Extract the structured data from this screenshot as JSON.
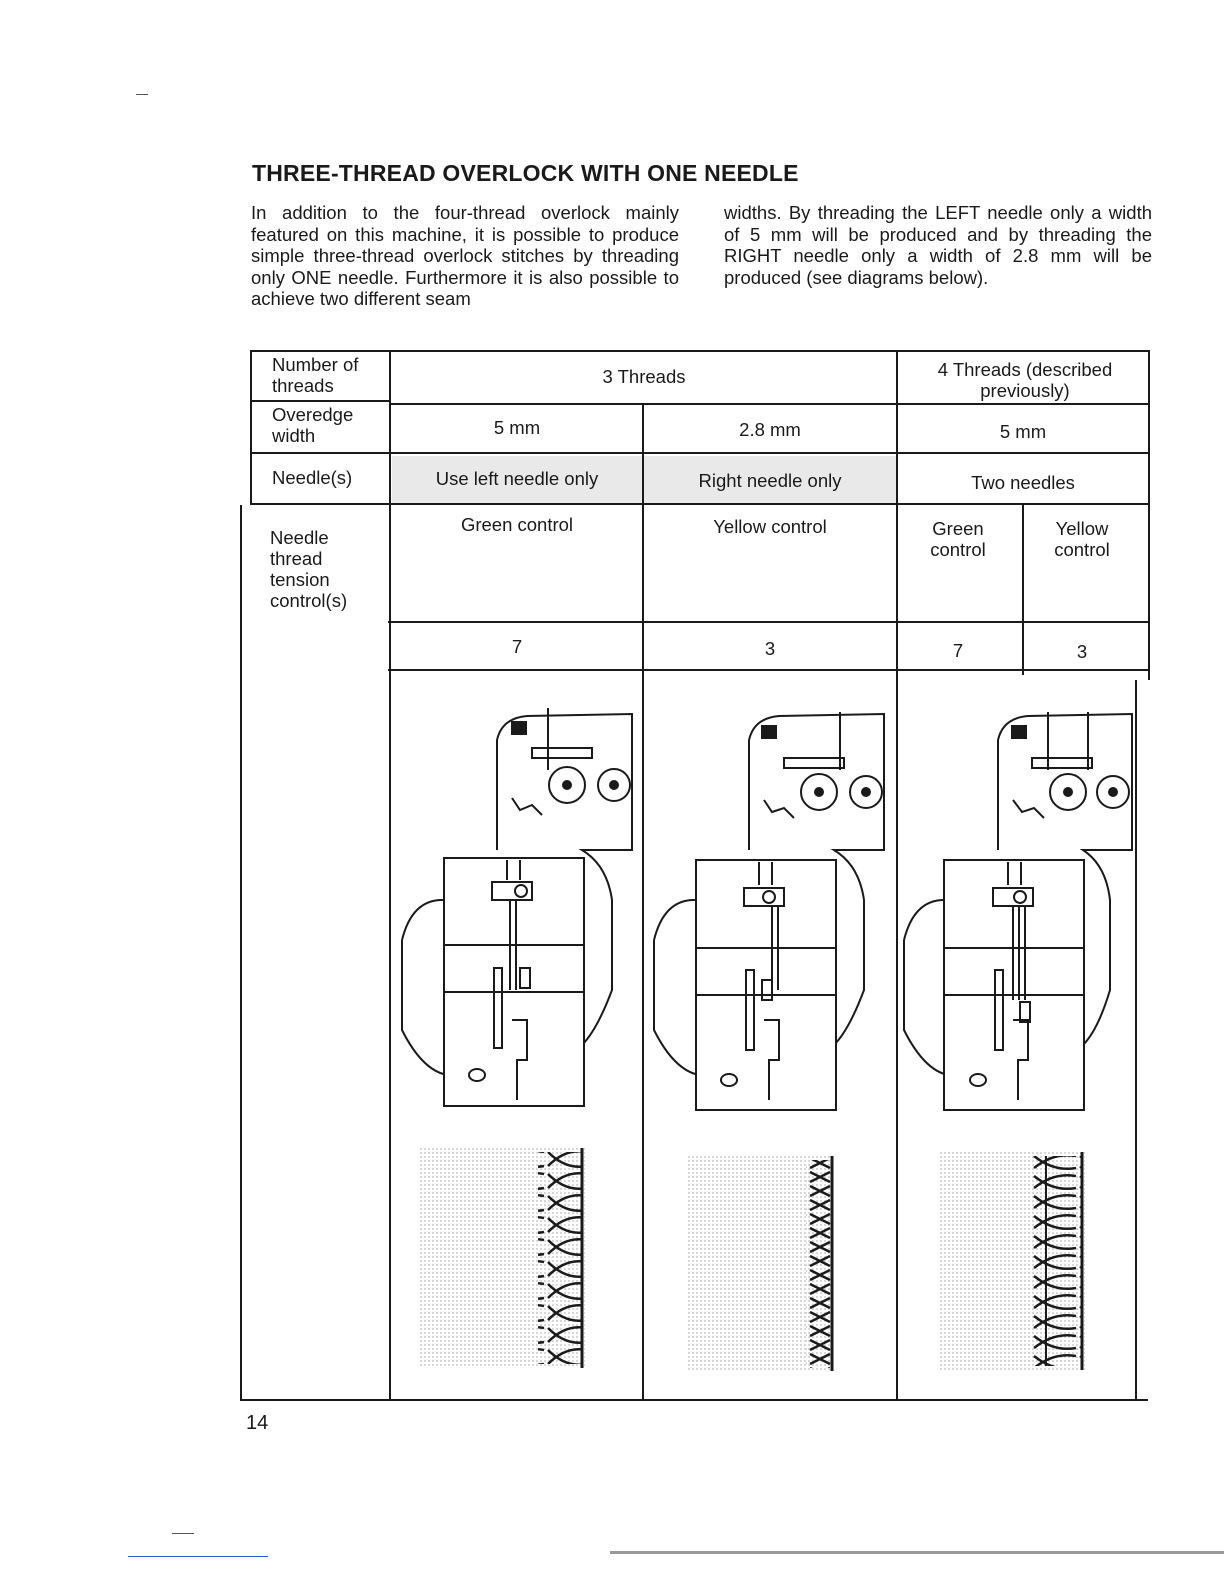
{
  "heading": "THREE-THREAD OVERLOCK WITH ONE NEEDLE",
  "intro": {
    "left_column": "In addition to the four-thread overlock mainly featured on this machine, it is possible to produce simple three-thread overlock stitches by threading only ONE needle. Furthermore it is also possible to achieve two different seam",
    "right_column": "widths. By threading the LEFT needle only a width of 5 mm will be produced and by threading the RIGHT needle only a width of 2.8 mm will be produced (see diagrams below)."
  },
  "table": {
    "row_labels": {
      "threads": "Number of threads",
      "width": "Overedge width",
      "needles": "Needle(s)",
      "tension": "Needle thread tension control(s)"
    },
    "three_threads": "3 Threads",
    "four_threads": "4 Threads (described previously)",
    "widths": [
      "5 mm",
      "2.8 mm",
      "5 mm"
    ],
    "needles": [
      "Use left needle only",
      "Right needle only",
      "Two needles"
    ],
    "controls": [
      "Green control",
      "Yellow control",
      "Green control",
      "Yellow control"
    ],
    "settings": [
      "7",
      "3",
      "7",
      "3"
    ]
  },
  "page_number": "14"
}
